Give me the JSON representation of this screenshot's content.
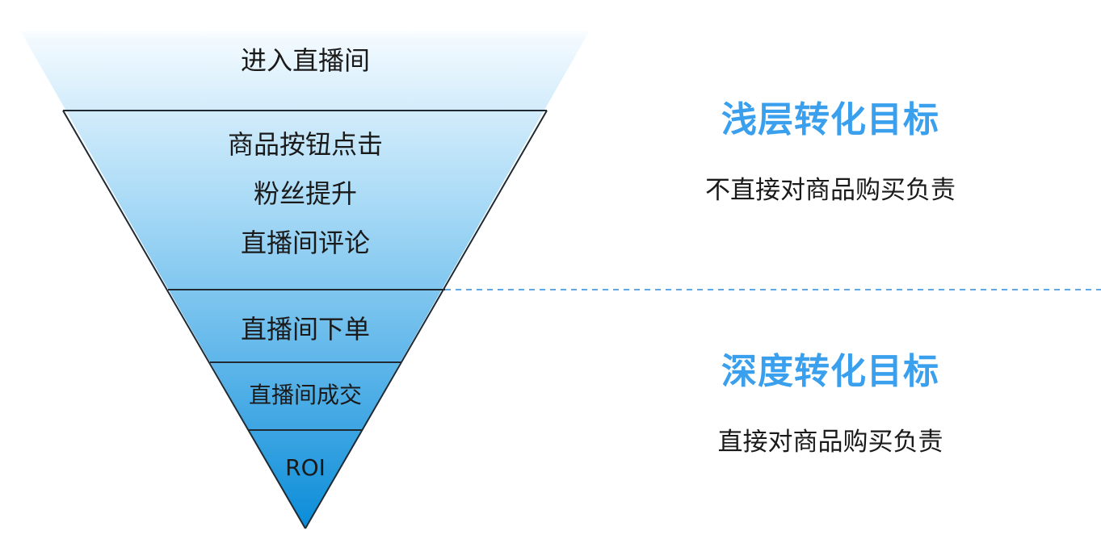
{
  "funnel": {
    "stages": [
      {
        "lines": [
          "进入直播间"
        ]
      },
      {
        "lines": [
          "商品按钮点击",
          "粉丝提升",
          "直播间评论"
        ]
      },
      {
        "lines": [
          "直播间下单"
        ]
      },
      {
        "lines": [
          "直播间成交"
        ]
      },
      {
        "lines": [
          "ROI"
        ]
      }
    ]
  },
  "goals": {
    "shallow": {
      "title": "浅层转化目标",
      "description": "不直接对商品购买负责"
    },
    "deep": {
      "title": "深度转化目标",
      "description": "直接对商品购买负责"
    }
  },
  "colors": {
    "funnel_top": "#f4fafe",
    "funnel_bottom": "#0c8fd9",
    "goal_title": "#3aa0ee",
    "divider": "#5fa8e8"
  }
}
